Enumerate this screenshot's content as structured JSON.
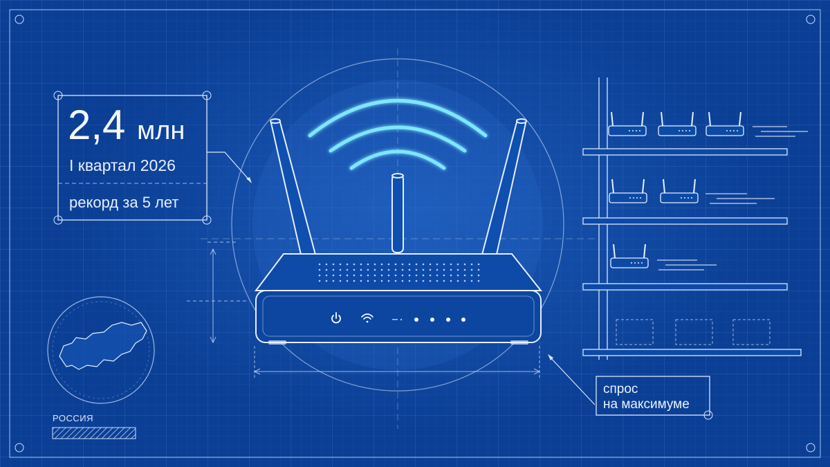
{
  "stat": {
    "value": "2,4",
    "unit": "млн",
    "period": "I квартал 2026",
    "note": "рекорд за 5 лет"
  },
  "demand_label": {
    "line1": "спрос",
    "line2": "на максимуме"
  },
  "region_label": "РОССИЯ",
  "colors": {
    "background": "#0b3f95",
    "line": "#dbe8ff",
    "wifi_glow": "#7fe6ff"
  },
  "icons": [
    "power-icon",
    "wifi-icon",
    "router-icon",
    "russia-map-icon"
  ]
}
